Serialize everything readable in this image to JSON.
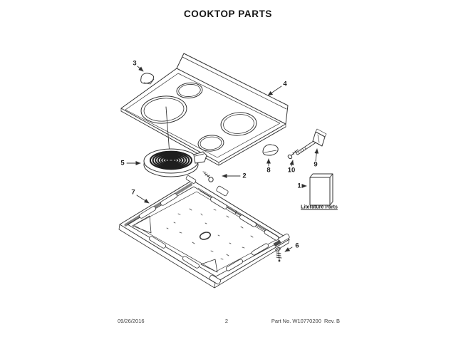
{
  "title": "COOKTOP PARTS",
  "diagram": {
    "callouts": {
      "n1": "1",
      "n2": "2",
      "n3": "3",
      "n4": "4",
      "n5": "5",
      "n6": "6",
      "n7": "7",
      "n8": "8",
      "n9": "9",
      "n10": "10"
    },
    "literature_label": "Literature Parts"
  },
  "footer": {
    "date": "09/26/2016",
    "page": "2",
    "part_no": "Part No. W10770200  Rev. B"
  }
}
